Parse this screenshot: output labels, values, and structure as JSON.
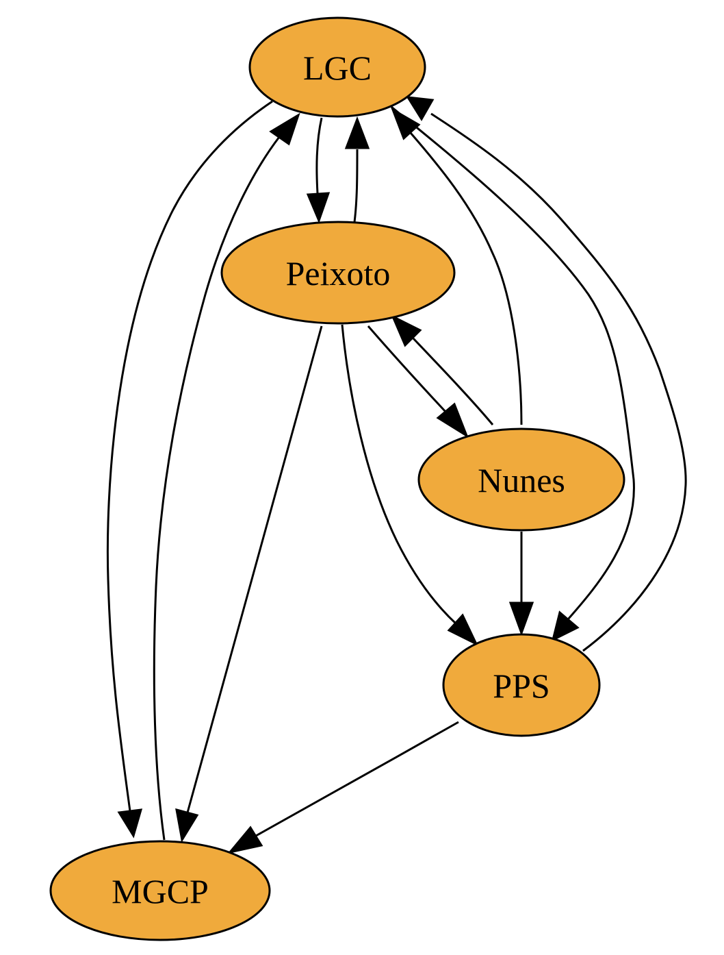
{
  "colors": {
    "node_fill": "#f0aa3c",
    "stroke": "#000000",
    "background": "#ffffff"
  },
  "nodes": [
    {
      "id": "LGC",
      "label": "LGC"
    },
    {
      "id": "Peixoto",
      "label": "Peixoto"
    },
    {
      "id": "Nunes",
      "label": "Nunes"
    },
    {
      "id": "PPS",
      "label": "PPS"
    },
    {
      "id": "MGCP",
      "label": "MGCP"
    }
  ],
  "edges": [
    {
      "from": "LGC",
      "to": "MGCP"
    },
    {
      "from": "MGCP",
      "to": "LGC"
    },
    {
      "from": "LGC",
      "to": "Peixoto"
    },
    {
      "from": "Peixoto",
      "to": "LGC"
    },
    {
      "from": "LGC",
      "to": "PPS"
    },
    {
      "from": "PPS",
      "to": "LGC"
    },
    {
      "from": "Nunes",
      "to": "LGC"
    },
    {
      "from": "Peixoto",
      "to": "Nunes"
    },
    {
      "from": "Nunes",
      "to": "Peixoto"
    },
    {
      "from": "Peixoto",
      "to": "PPS"
    },
    {
      "from": "Peixoto",
      "to": "MGCP"
    },
    {
      "from": "Nunes",
      "to": "PPS"
    },
    {
      "from": "PPS",
      "to": "MGCP"
    }
  ]
}
